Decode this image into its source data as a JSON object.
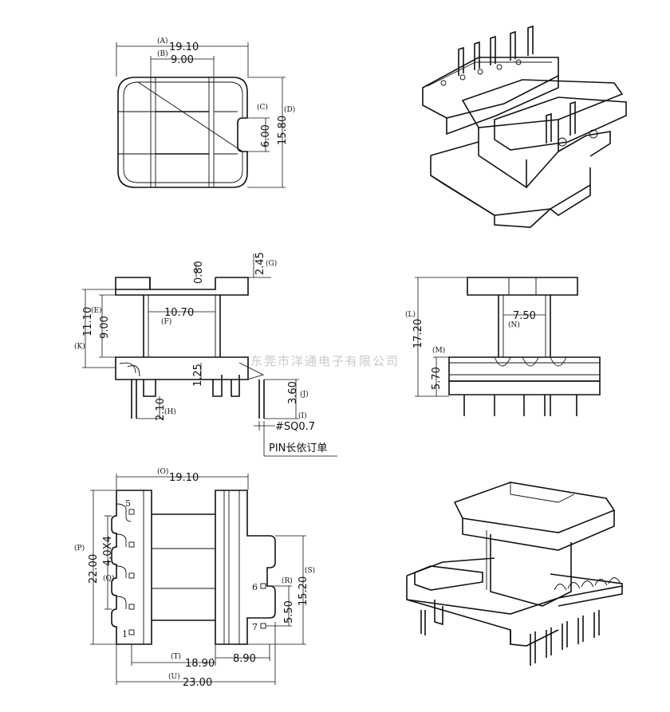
{
  "watermark": "东莞市洋通电子有限公司",
  "note": "PIN长依订单",
  "top_view": {
    "dims": [
      {
        "letter": "(A)",
        "value": "19.10"
      },
      {
        "letter": "(B)",
        "value": "9.00"
      },
      {
        "letter": "(C)",
        "value": "6.00"
      },
      {
        "letter": "(D)",
        "value": "15.80"
      }
    ]
  },
  "side_view": {
    "dims": [
      {
        "letter": "(G)",
        "value": "2.45"
      },
      {
        "letter": "",
        "value": "0.80"
      },
      {
        "letter": "(E)",
        "value": "9.00"
      },
      {
        "letter": "(K)",
        "value": "11.10"
      },
      {
        "letter": "(F)",
        "value": "10.70"
      },
      {
        "letter": "",
        "value": "1.25"
      },
      {
        "letter": "(J)",
        "value": "3.60"
      },
      {
        "letter": "(H)",
        "value": "2.10"
      },
      {
        "letter": "(I)",
        "value": "#SQ0.7"
      }
    ]
  },
  "front_view": {
    "dims": [
      {
        "letter": "(L)",
        "value": "17.20"
      },
      {
        "letter": "(N)",
        "value": "7.50"
      },
      {
        "letter": "(M)",
        "value": "5.70"
      }
    ]
  },
  "bottom_view": {
    "dims": [
      {
        "letter": "(O)",
        "value": "19.10"
      },
      {
        "letter": "(P)",
        "value": "22.00"
      },
      {
        "letter": "(Q)",
        "value": "4.0X4"
      },
      {
        "letter": "(R)",
        "value": "5.50"
      },
      {
        "letter": "(S)",
        "value": "15.20"
      },
      {
        "letter": "(T)",
        "value": "18.90"
      },
      {
        "letter": "",
        "value": "8.90"
      },
      {
        "letter": "(U)",
        "value": "23.00"
      }
    ],
    "pins": [
      "5",
      "1",
      "6",
      "7"
    ]
  }
}
